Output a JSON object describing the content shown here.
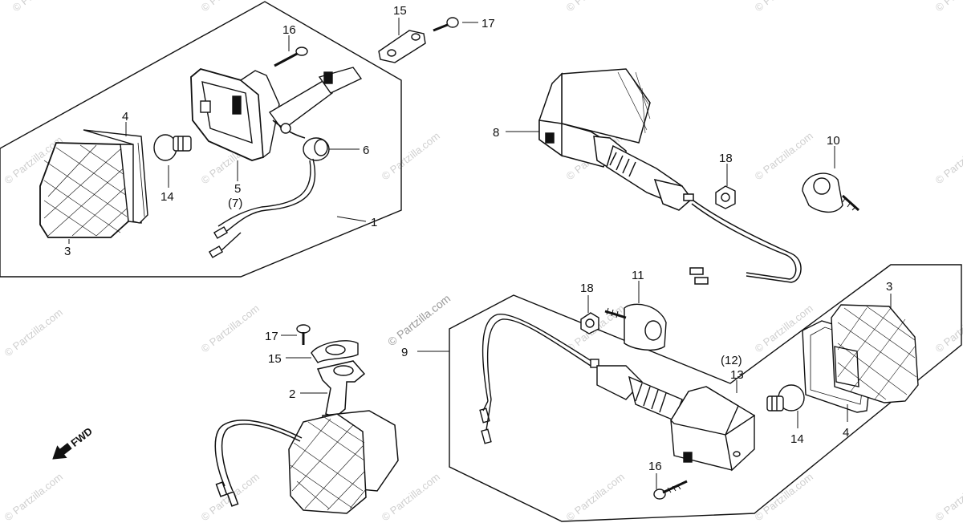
{
  "watermark": {
    "text": "© Partzilla.com",
    "repeat_count": 24
  },
  "fwd_label": "FWD",
  "callouts": [
    {
      "id": "c15a",
      "text": "15"
    },
    {
      "id": "c17a",
      "text": "17"
    },
    {
      "id": "c16a",
      "text": "16"
    },
    {
      "id": "c4a",
      "text": "4"
    },
    {
      "id": "c5",
      "text": "5"
    },
    {
      "id": "c7",
      "text": "(7)"
    },
    {
      "id": "c6",
      "text": "6"
    },
    {
      "id": "c14a",
      "text": "14"
    },
    {
      "id": "c3a",
      "text": "3"
    },
    {
      "id": "c1",
      "text": "1"
    },
    {
      "id": "c8",
      "text": "8"
    },
    {
      "id": "c18a",
      "text": "18"
    },
    {
      "id": "c10",
      "text": "10"
    },
    {
      "id": "c18b",
      "text": "18"
    },
    {
      "id": "c11",
      "text": "11"
    },
    {
      "id": "c3b",
      "text": "3"
    },
    {
      "id": "c17b",
      "text": "17"
    },
    {
      "id": "c15b",
      "text": "15"
    },
    {
      "id": "c2",
      "text": "2"
    },
    {
      "id": "c9",
      "text": "9"
    },
    {
      "id": "c12",
      "text": "(12)"
    },
    {
      "id": "c13",
      "text": "13"
    },
    {
      "id": "c14b",
      "text": "14"
    },
    {
      "id": "c4b",
      "text": "4"
    },
    {
      "id": "c16b",
      "text": "16"
    }
  ],
  "colors": {
    "line": "#111111",
    "watermark": "#cfcfcf"
  }
}
